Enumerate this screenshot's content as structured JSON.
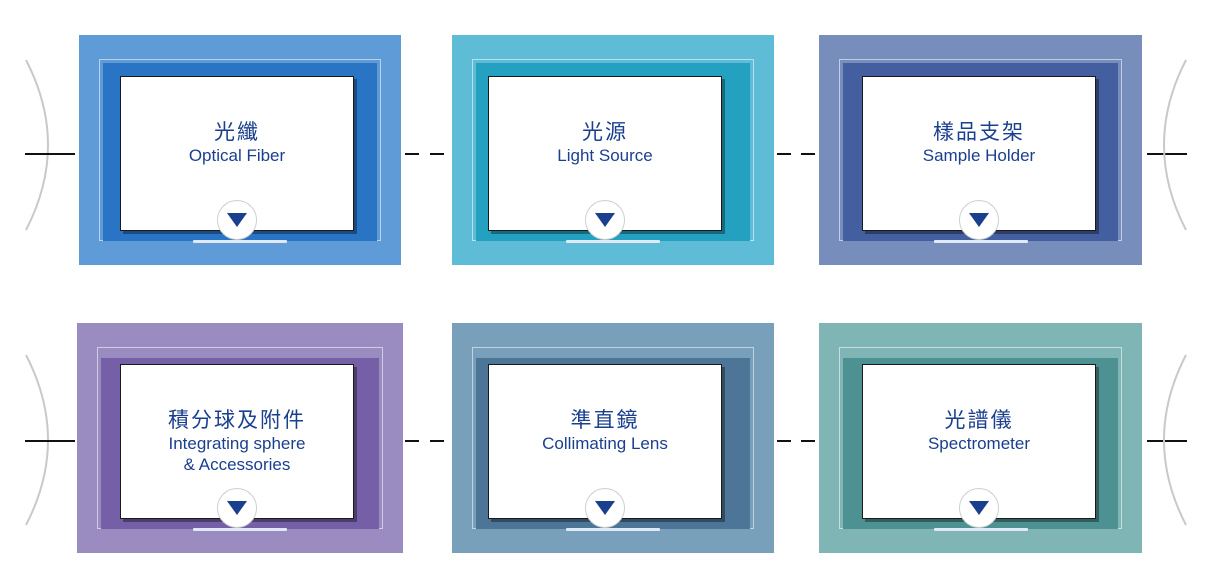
{
  "cards": [
    {
      "zh": "光纖",
      "en": "Optical Fiber",
      "colors": {
        "outer": "#5f9bd7",
        "inner": "#2a74c6",
        "shade": "#1b4f9a"
      }
    },
    {
      "zh": "光源",
      "en": "Light Source",
      "colors": {
        "outer": "#5fbcd6",
        "inner": "#24a1c1",
        "shade": "#157790"
      }
    },
    {
      "zh": "樣品支架",
      "en": "Sample Holder",
      "colors": {
        "outer": "#778ebd",
        "inner": "#445f9f",
        "shade": "#2a3f75"
      }
    },
    {
      "zh": "積分球及附件",
      "en": "Integrating sphere",
      "en2": "& Accessories",
      "colors": {
        "outer": "#9a8cc1",
        "inner": "#7560a7",
        "shade": "#4a3a78"
      }
    },
    {
      "zh": "準直鏡",
      "en": "Collimating Lens",
      "colors": {
        "outer": "#79a0ba",
        "inner": "#4c7597",
        "shade": "#2f516e"
      }
    },
    {
      "zh": "光譜儀",
      "en": "Spectrometer",
      "colors": {
        "outer": "#80b5b6",
        "inner": "#4e9192",
        "shade": "#2f6667"
      }
    }
  ],
  "expand_icon": "triangle-down-icon"
}
